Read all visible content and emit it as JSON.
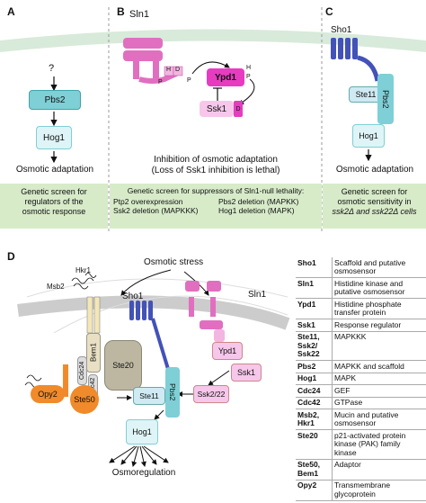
{
  "panels": {
    "a": {
      "letter": "A",
      "question_mark": "?",
      "pbs2": "Pbs2",
      "hog1": "Hog1",
      "outcome": "Osmotic adaptation",
      "screen_lines": [
        "Genetic screen for",
        "regulators of the",
        "osmotic response"
      ]
    },
    "b": {
      "letter": "B",
      "sln1": "Sln1",
      "h1": "H",
      "d": "D",
      "p1": "P",
      "p2": "P",
      "ypd1": "Ypd1",
      "h2": "H",
      "p3": "P",
      "ssk1": "Ssk1",
      "d2": "D",
      "outcome_lines": [
        "Inhibition of osmotic adaptation",
        "(Loss of Ssk1 inhibition is lethal)"
      ],
      "screen_title": "Genetic screen for suppressors of Sln1-null lethality:",
      "suppressors": [
        "Ptp2 overexpression",
        "Pbs2 deletion (MAPKK)",
        "Ssk2 deletion (MAPKKK)",
        "Hog1 deletion (MAPK)"
      ]
    },
    "c": {
      "letter": "C",
      "sho1": "Sho1",
      "ste11": "Ste11",
      "pbs2": "Pbs2",
      "hog1": "Hog1",
      "outcome": "Osmotic adaptation",
      "screen_lines": [
        "Genetic screen for",
        "osmotic sensitivity in",
        "ssk2Δ and ssk22Δ cells"
      ]
    },
    "d": {
      "letter": "D",
      "osmotic_stress": "Osmotic stress",
      "msb2": "Msb2",
      "hkr1": "Hkr1",
      "sho1": "Sho1",
      "sln1": "Sln1",
      "bem1": "Bem1",
      "cdc24": "Cdc24",
      "cdc42": "Cdc42",
      "ste20": "Ste20",
      "opy2": "Opy2",
      "ste50": "Ste50",
      "ste11": "Ste11",
      "pbs2": "Pbs2",
      "ssk2_22": "Ssk2/22",
      "ssk1": "Ssk1",
      "ypd1": "Ypd1",
      "hog1": "Hog1",
      "outcome": "Osmoregulation"
    }
  },
  "legend_table": [
    {
      "name": "Sho1",
      "desc": "Scaffold and putative osmosensor"
    },
    {
      "name": "Sln1",
      "desc": "Histidine kinase and putative osmosensor"
    },
    {
      "name": "Ypd1",
      "desc": "Histidine phosphate transfer protein"
    },
    {
      "name": "Ssk1",
      "desc": "Response regulator"
    },
    {
      "name": "Ste11, Ssk2/ Ssk22",
      "desc": "MAPKKK"
    },
    {
      "name": "Pbs2",
      "desc": "MAPKK and scaffold"
    },
    {
      "name": "Hog1",
      "desc": "MAPK"
    },
    {
      "name": "Cdc24",
      "desc": "GEF"
    },
    {
      "name": "Cdc42",
      "desc": "GTPase"
    },
    {
      "name": "Msb2, Hkr1",
      "desc": "Mucin and putative osmosensor"
    },
    {
      "name": "Ste20",
      "desc": "p21-activated protein kinase (PAK) family kinase"
    },
    {
      "name": "Ste50, Bem1",
      "desc": "Adaptor"
    },
    {
      "name": "Opy2",
      "desc": "Transmembrane glycoprotein"
    }
  ],
  "colors": {
    "membrane": "#d8ead9",
    "screen_bg": "#d7ebc9",
    "pbs2": "#7fcfd6",
    "hog1": "#dff4f6",
    "sln1": "#e06fc0",
    "sln1_light": "#f2b6e0",
    "ypd1": "#e73cc0",
    "ssk1": "#f6c7ea",
    "sho1": "#4352b8",
    "ste11": "#cfeaf3",
    "ste20": "#bdb7a2",
    "bem1": "#e9e0c4",
    "opy2": "#f08a2a",
    "ste50": "#f08a2a"
  }
}
